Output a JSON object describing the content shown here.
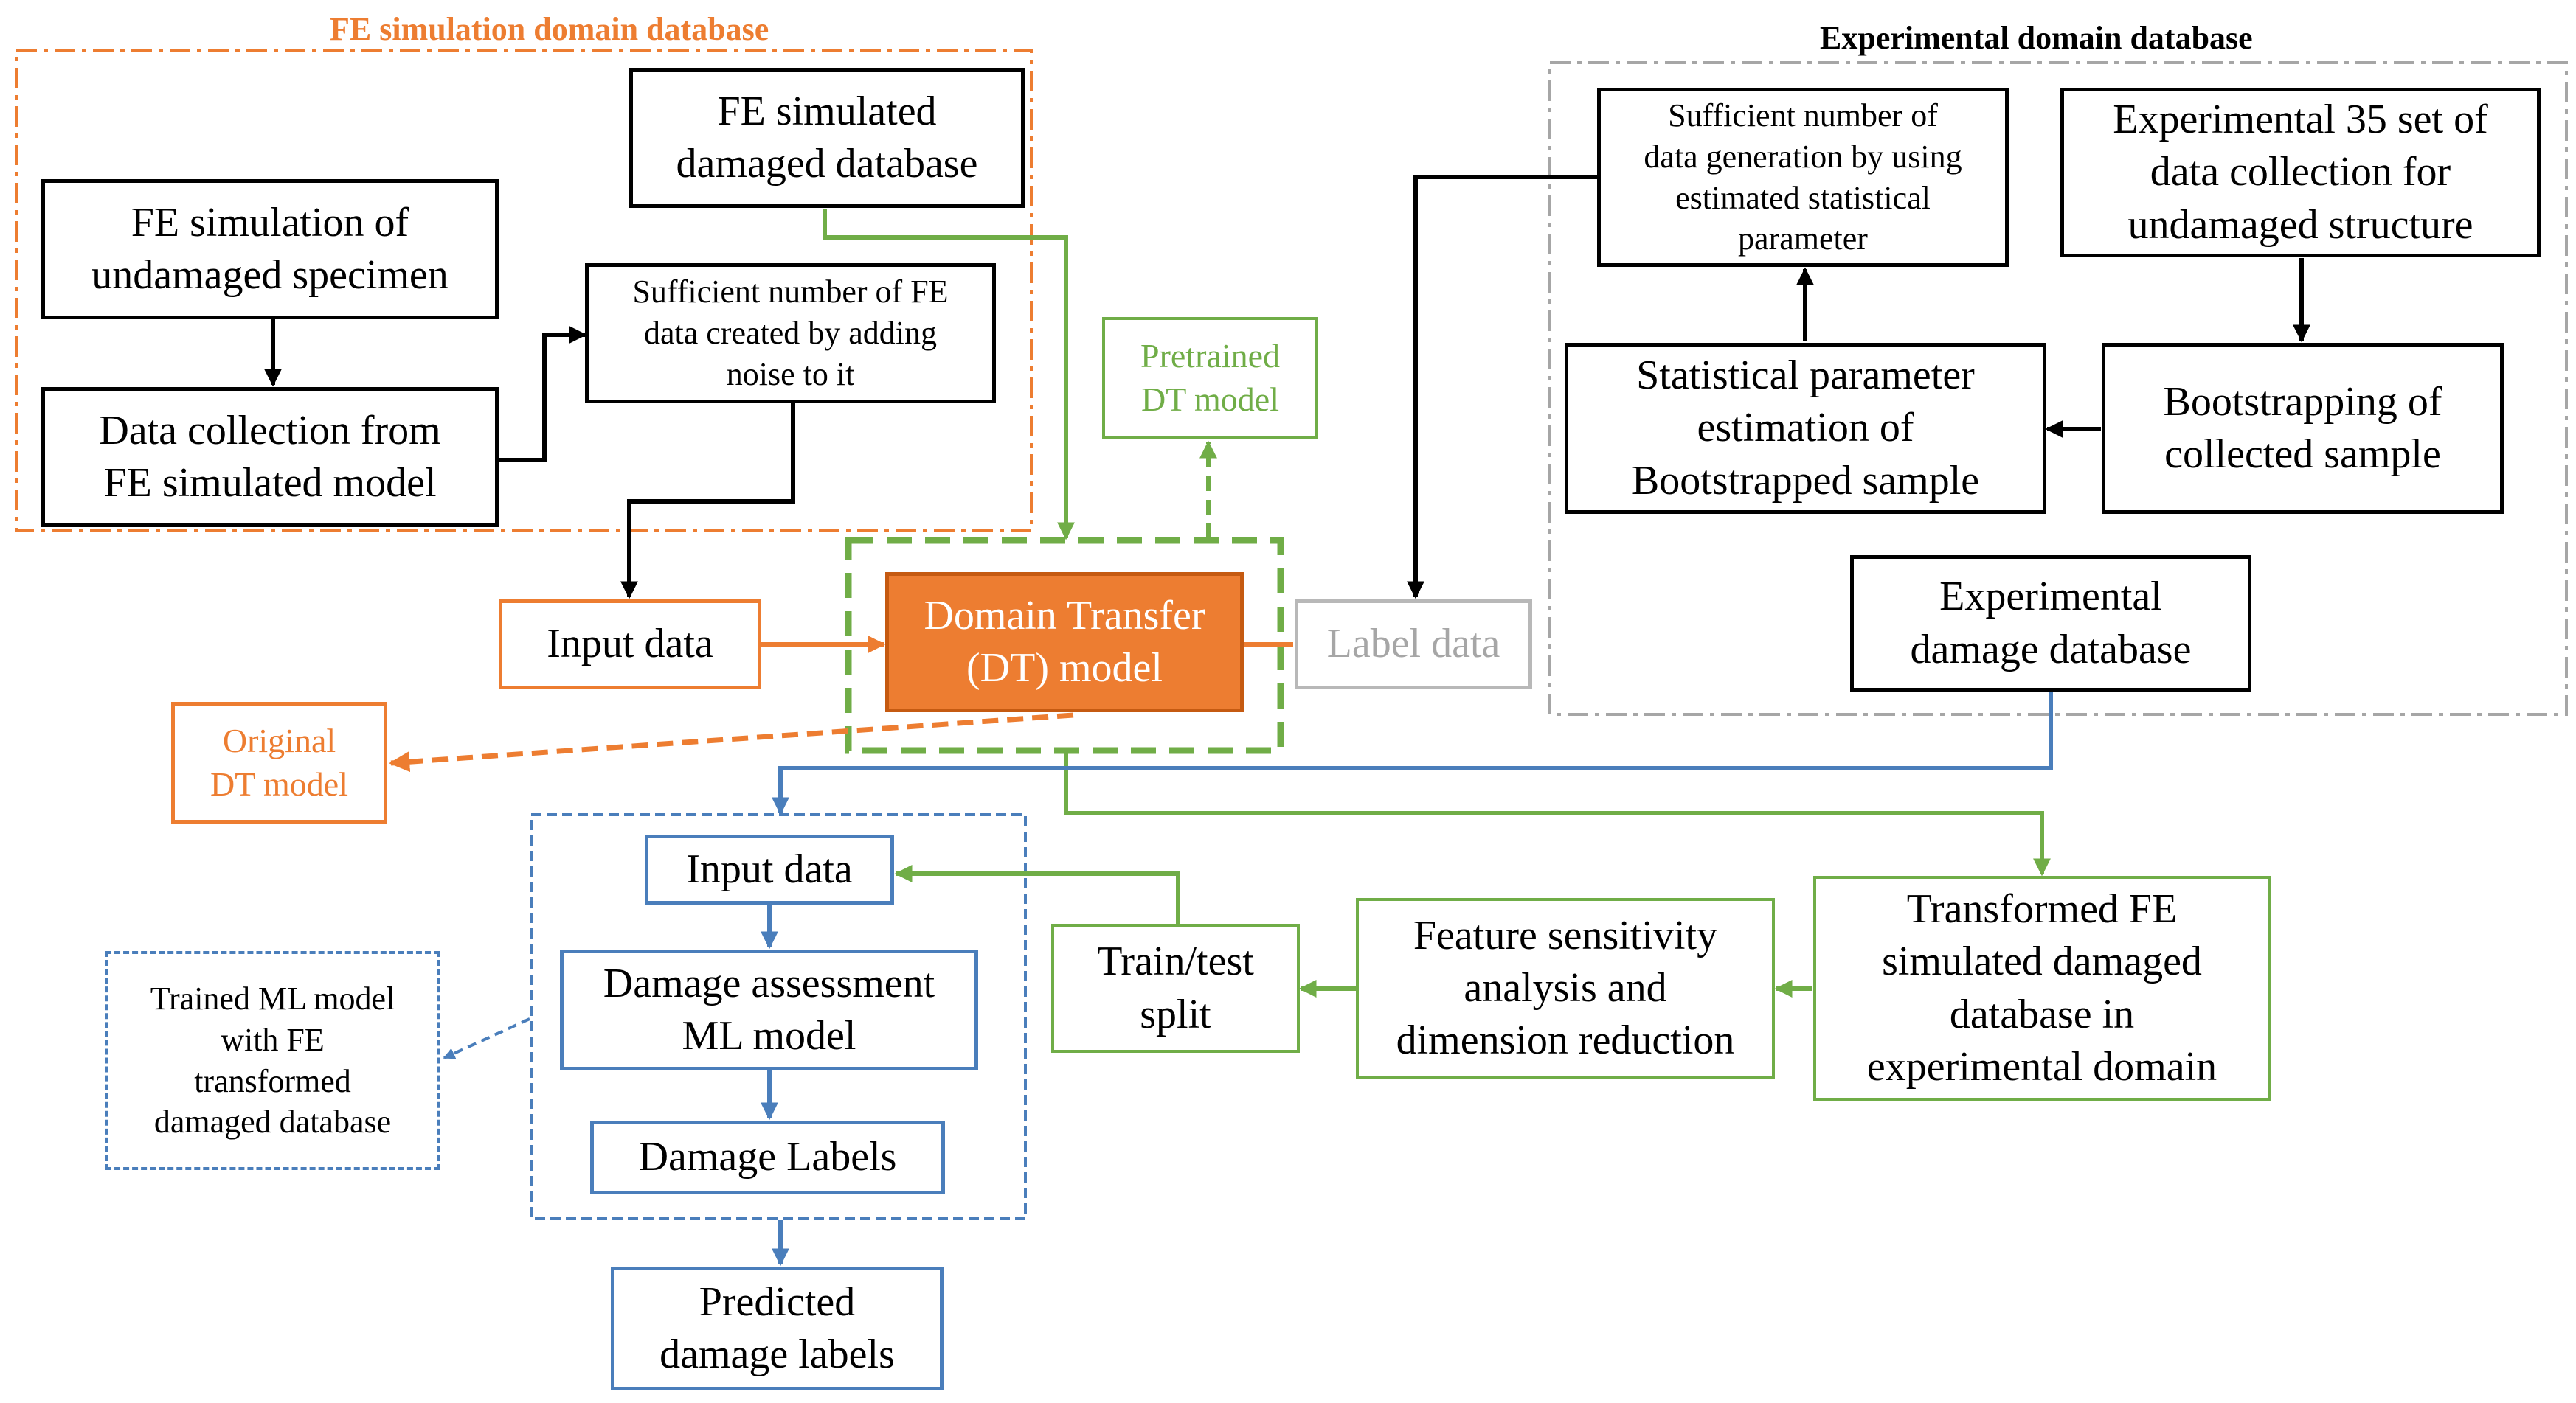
{
  "colors": {
    "black": "#000000",
    "orange": "#ed7d31",
    "green": "#70ad47",
    "blue": "#4a7ebb",
    "gray": "#a6a6a6"
  },
  "regions": {
    "fe_title": "FE simulation domain database",
    "exp_title": "Experimental domain database"
  },
  "nodes": {
    "fe_simulated_damaged_database": "FE simulated\ndamaged database",
    "fe_simulation_undamaged": "FE simulation of\nundamaged specimen",
    "fe_data_noise": "Sufficient number of FE\ndata created by adding\nnoise to it",
    "data_collection_fe": "Data collection from\nFE simulated model",
    "pretrained_dt_model": "Pretrained\nDT model",
    "input_data_top": "Input data",
    "domain_transfer_model": "Domain Transfer\n(DT) model",
    "label_data": "Label data",
    "original_dt_model": "Original\nDT model",
    "sufficient_data_generation": "Sufficient number of\ndata generation by using\nestimated statistical\nparameter",
    "experimental_35_set": "Experimental 35 set of\ndata collection for\nundamaged structure",
    "statistical_parameter_estimation": "Statistical parameter\nestimation of\nBootstrapped sample",
    "bootstrapping": "Bootstrapping of\ncollected sample",
    "experimental_damage_database": "Experimental\ndamage database",
    "input_data_bottom": "Input data",
    "damage_assessment_ml_model": "Damage assessment\nML model",
    "damage_labels": "Damage Labels",
    "predicted_damage_labels": "Predicted\ndamage labels",
    "trained_ml_model": "Trained ML model\nwith FE\ntransformed\ndamaged database",
    "train_test_split": "Train/test\nsplit",
    "feature_sensitivity": "Feature sensitivity\nanalysis and\ndimension reduction",
    "transformed_fe_database": "Transformed FE\nsimulated damaged\ndatabase in\nexperimental domain"
  }
}
